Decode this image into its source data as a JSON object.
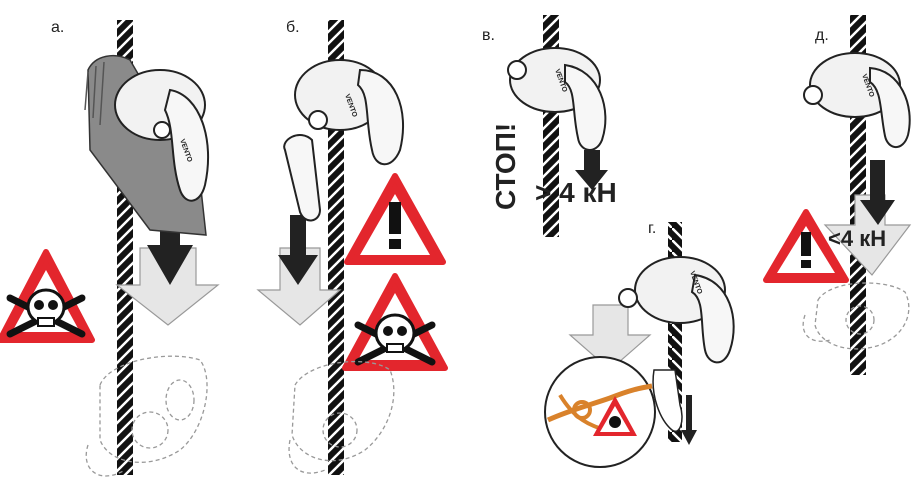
{
  "panels": [
    {
      "id": "a",
      "label": "а."
    },
    {
      "id": "b",
      "label": "б."
    },
    {
      "id": "v",
      "label": "в."
    },
    {
      "id": "g",
      "label": "г."
    },
    {
      "id": "d",
      "label": "д."
    }
  ],
  "texts": {
    "stop": "СТОП!",
    "force_over": "> 4 кН",
    "force_under": "<4 кН",
    "brand": "VENTO"
  },
  "colors": {
    "warning_red": "#e3262d",
    "rope_black": "#111111",
    "arrow_gray": "#e6e6e6",
    "device_gray": "#f2f2f2",
    "glove_gray": "#8a8a8a",
    "knot_orange": "#d9822b"
  },
  "icons": [
    "skull-crossbones-warning-icon",
    "exclamation-warning-icon",
    "down-arrow-icon",
    "rope-icon",
    "glove-hand-icon",
    "rope-grab-device-icon",
    "knot-warning-icon"
  ]
}
